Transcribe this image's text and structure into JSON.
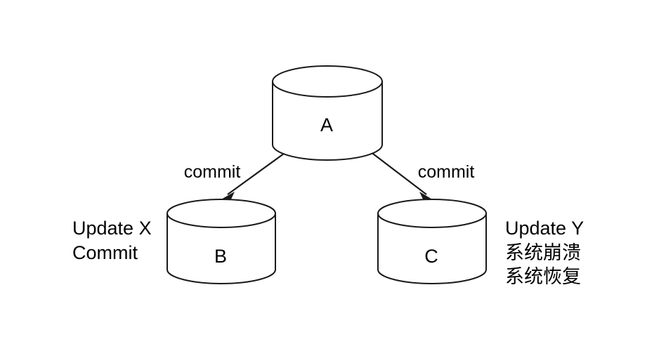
{
  "diagram": {
    "type": "replication-commit-diagram",
    "background_color": "#ffffff",
    "stroke_color": "#1a1a1a",
    "text_color": "#000000",
    "nodes": [
      {
        "id": "A",
        "label": "A",
        "shape": "cylinder",
        "role": "coordinator"
      },
      {
        "id": "B",
        "label": "B",
        "shape": "cylinder",
        "role": "participant"
      },
      {
        "id": "C",
        "label": "C",
        "shape": "cylinder",
        "role": "participant"
      }
    ],
    "edges": [
      {
        "from": "A",
        "to": "B",
        "label": "commit"
      },
      {
        "from": "A",
        "to": "C",
        "label": "commit"
      }
    ],
    "annotations": {
      "left": {
        "attached_to": "B",
        "lines": [
          "Update X",
          "Commit"
        ]
      },
      "right": {
        "attached_to": "C",
        "lines": [
          "Update Y",
          "系统崩溃",
          "系统恢复"
        ]
      }
    }
  }
}
